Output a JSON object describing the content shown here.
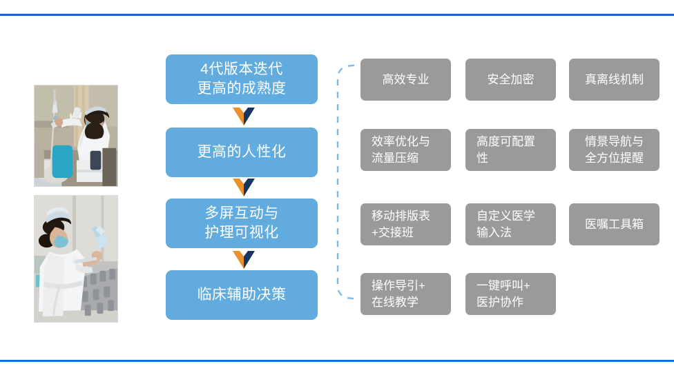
{
  "slide": {
    "accent_color": "#1366cc",
    "flow_box_color": "#61ABDF",
    "feature_box_color": "#9a9a9a",
    "bracket_color": "#7EB8E4",
    "arrow_colors": {
      "left": "#E8922B",
      "right": "#17365D"
    }
  },
  "photos": [
    {
      "alt": "nurse-adjusting-iv-drip-with-mobile-device"
    },
    {
      "alt": "nurse-holding-medication-vial-in-preparation-room"
    }
  ],
  "flow": {
    "steps": [
      {
        "line1": "4代版本迭代",
        "line2": "更高的成熟度"
      },
      {
        "line1": "更高的人性化",
        "line2": ""
      },
      {
        "line1": "多屏互动与",
        "line2": "护理可视化"
      },
      {
        "line1": "临床辅助决策",
        "line2": ""
      }
    ]
  },
  "features": {
    "rows": [
      {
        "align": "center",
        "items": [
          {
            "line1": "高效专业",
            "line2": ""
          },
          {
            "line1": "安全加密",
            "line2": ""
          },
          {
            "line1": "真离线机制",
            "line2": ""
          }
        ]
      },
      {
        "align": "left",
        "items": [
          {
            "line1": "效率优化与",
            "line2": "流量压缩"
          },
          {
            "line1": "高度可配置",
            "line2": "性"
          },
          {
            "line1": "情景导航与",
            "line2": "全方位提醒"
          }
        ]
      },
      {
        "align": "left",
        "items": [
          {
            "line1": "移动排版表",
            "line2": "+交接班"
          },
          {
            "line1": "自定义医学",
            "line2": "输入法"
          },
          {
            "line1": "医嘱工具箱",
            "line2": ""
          }
        ]
      },
      {
        "align": "left",
        "items": [
          {
            "line1": "操作导引+",
            "line2": "在线教学"
          },
          {
            "line1": "一键呼叫+",
            "line2": "医护协作"
          }
        ]
      }
    ]
  }
}
